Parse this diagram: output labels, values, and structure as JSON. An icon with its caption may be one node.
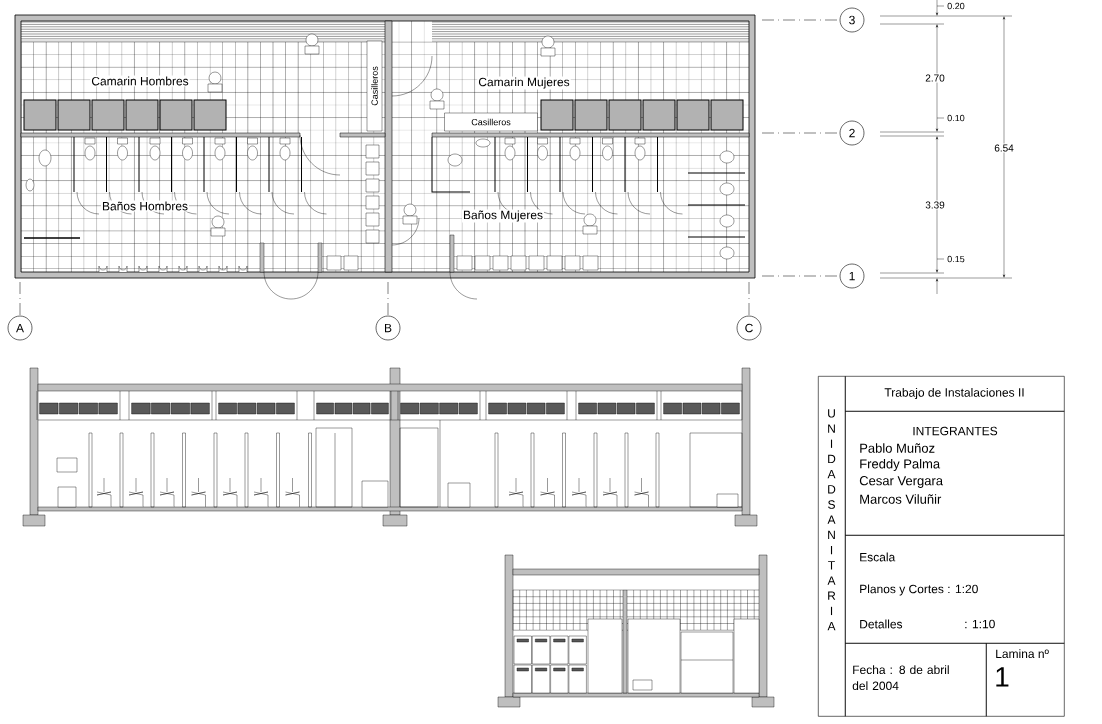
{
  "diagram": {
    "nodes": [
      {
        "text": [
          "A"
        ]
      },
      {
        "text": [
          "B"
        ]
      },
      {
        "text": [
          "C"
        ]
      },
      {
        "text": [
          "3"
        ]
      },
      {
        "text": [
          "2"
        ]
      },
      {
        "text": [
          "1"
        ]
      },
      {
        "text": [
          "UNIDAD SANITARIA"
        ]
      },
      {
        "text": [
          "Trabajo de Instalaciones II"
        ]
      },
      {
        "text": [
          "INTEGRANTES",
          "Pablo Muñoz",
          "Freddy Palma",
          "Cesar Vergara",
          "Marcos Viluñir"
        ]
      },
      {
        "text": [
          "Escala",
          "Planos y Cortes : 1:20",
          "Detalles",
          ": 1:10"
        ]
      },
      {
        "text": [
          "Fecha : 8 de abril del 2004"
        ]
      },
      {
        "text": [
          "Lamina nº",
          "1"
        ]
      }
    ],
    "labels": [
      "0.20",
      "Camarin Hombres",
      "Camarin Mujeres",
      "2.70",
      "Casilleros",
      "Casilleros",
      "0.10",
      "6.54",
      "Baños Hombres",
      "Baños Mujeres",
      "3.39",
      "0.15"
    ]
  }
}
